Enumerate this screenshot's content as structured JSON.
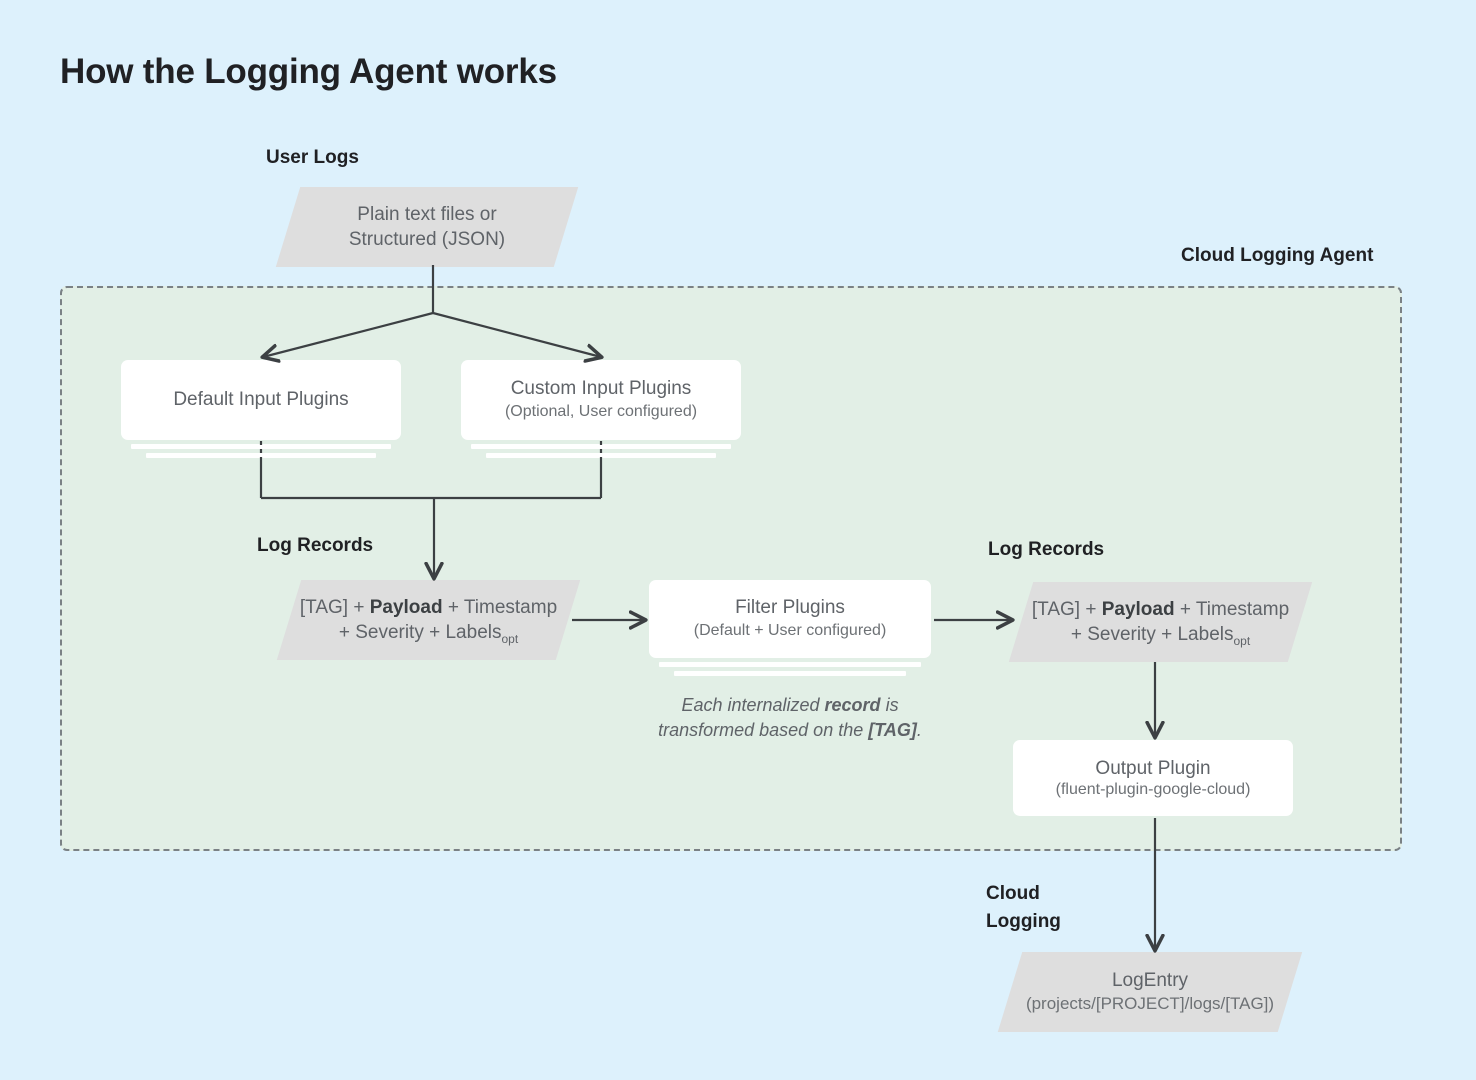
{
  "page": {
    "title": "How the Logging Agent works",
    "background_color": "#ddf1fc",
    "panel_color": "#e2efe6",
    "node_gray": "#dedede",
    "line_color": "#3c4043"
  },
  "labels": {
    "user_logs": "User Logs",
    "cloud_logging_agent": "Cloud Logging Agent",
    "log_records_left": "Log Records",
    "log_records_right": "Log Records",
    "cloud_logging": "Cloud\nLogging",
    "cloud_logging_line1": "Cloud",
    "cloud_logging_line2": "Logging"
  },
  "nodes": {
    "user_logs_source": {
      "shape": "parallelogram",
      "line1": "Plain text files or",
      "line2": "Structured (JSON)"
    },
    "default_input_plugins": {
      "shape": "card-stack",
      "title": "Default Input Plugins",
      "subtitle": ""
    },
    "custom_input_plugins": {
      "shape": "card-stack",
      "title": "Custom Input Plugins",
      "subtitle": "(Optional, User configured)"
    },
    "log_records_left": {
      "shape": "parallelogram",
      "line1_part1": "[TAG] + ",
      "line1_bold": "Payload",
      "line1_part2": " + Timestamp",
      "line2_prefix": "+ Severity + Labels",
      "line2_sub": "opt"
    },
    "filter_plugins": {
      "shape": "card-stack",
      "title": "Filter Plugins",
      "subtitle": "(Default + User configured)"
    },
    "log_records_right": {
      "shape": "parallelogram",
      "line1_part1": "[TAG] + ",
      "line1_bold": "Payload",
      "line1_part2": " + Timestamp",
      "line2_prefix": "+ Severity + Labels",
      "line2_sub": "opt"
    },
    "output_plugin": {
      "shape": "card",
      "title": "Output Plugin",
      "subtitle": "(fluent-plugin-google-cloud)"
    },
    "log_entry": {
      "shape": "parallelogram",
      "line1": "LogEntry",
      "line2": "(projects/[PROJECT]/logs/[TAG])"
    }
  },
  "captions": {
    "transform_note_part1": "Each internalized ",
    "transform_note_bold1": "record",
    "transform_note_part2": " is transformed based on the ",
    "transform_note_bold2": "[TAG]",
    "transform_note_part3": ".",
    "transform_note_line1": "Each internalized record is",
    "transform_note_line2": "transformed based on the [TAG]."
  }
}
